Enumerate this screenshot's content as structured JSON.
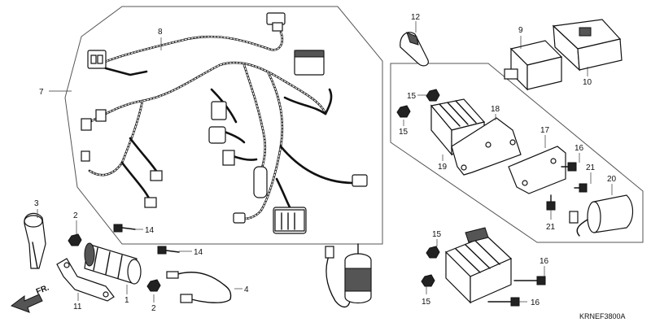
{
  "diagram_code": "KRNEF3800A",
  "direction_label": "FR.",
  "callouts": {
    "c1": "1",
    "c2a": "2",
    "c2b": "2",
    "c3": "3",
    "c4": "4",
    "c7": "7",
    "c8": "8",
    "c9": "9",
    "c10": "10",
    "c11": "11",
    "c12": "12",
    "c14a": "14",
    "c14b": "14",
    "c15a": "15",
    "c15b": "15",
    "c15c": "15",
    "c15d": "15",
    "c16a": "16",
    "c16b": "16",
    "c16c": "16",
    "c17": "17",
    "c18": "18",
    "c19": "19",
    "c20": "20",
    "c21a": "21",
    "c21b": "21"
  }
}
